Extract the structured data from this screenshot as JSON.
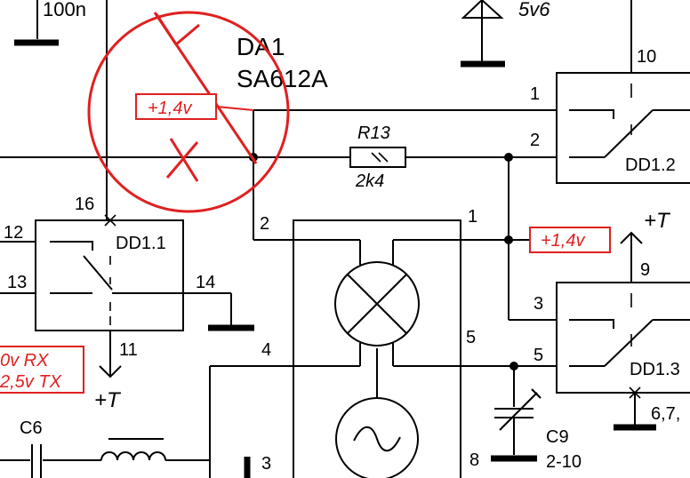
{
  "diagram": {
    "chip": {
      "ref": "DA1",
      "part": "SA612A"
    },
    "cap_top": {
      "value": "100n"
    },
    "zener": {
      "value": "5v6"
    },
    "resistor": {
      "ref": "R13",
      "value": "2k4"
    },
    "annotations": {
      "voltage_left": "+1,4v",
      "voltage_right": "+1,4v",
      "rx": "0v RX",
      "tx": "2,5v TX"
    },
    "gates": {
      "dd1_1": {
        "name": "DD1.1",
        "pins": [
          "12",
          "13",
          "14",
          "11",
          "16"
        ]
      },
      "dd1_2": {
        "name": "DD1.2",
        "pins": [
          "1",
          "2",
          "10"
        ]
      },
      "dd1_3": {
        "name": "DD1.3",
        "pins": [
          "3",
          "5",
          "9",
          "6,7,"
        ]
      }
    },
    "mixer_pins": [
      "2",
      "1",
      "4",
      "5",
      "3"
    ],
    "supply": {
      "left": "+T",
      "right": "+T"
    },
    "cap_c6": {
      "ref": "C6"
    },
    "cap_c9": {
      "ref": "C9",
      "value": "2-10",
      "pin": "8"
    }
  },
  "colors": {
    "ink": "#000000",
    "annotation": "#e02020"
  }
}
